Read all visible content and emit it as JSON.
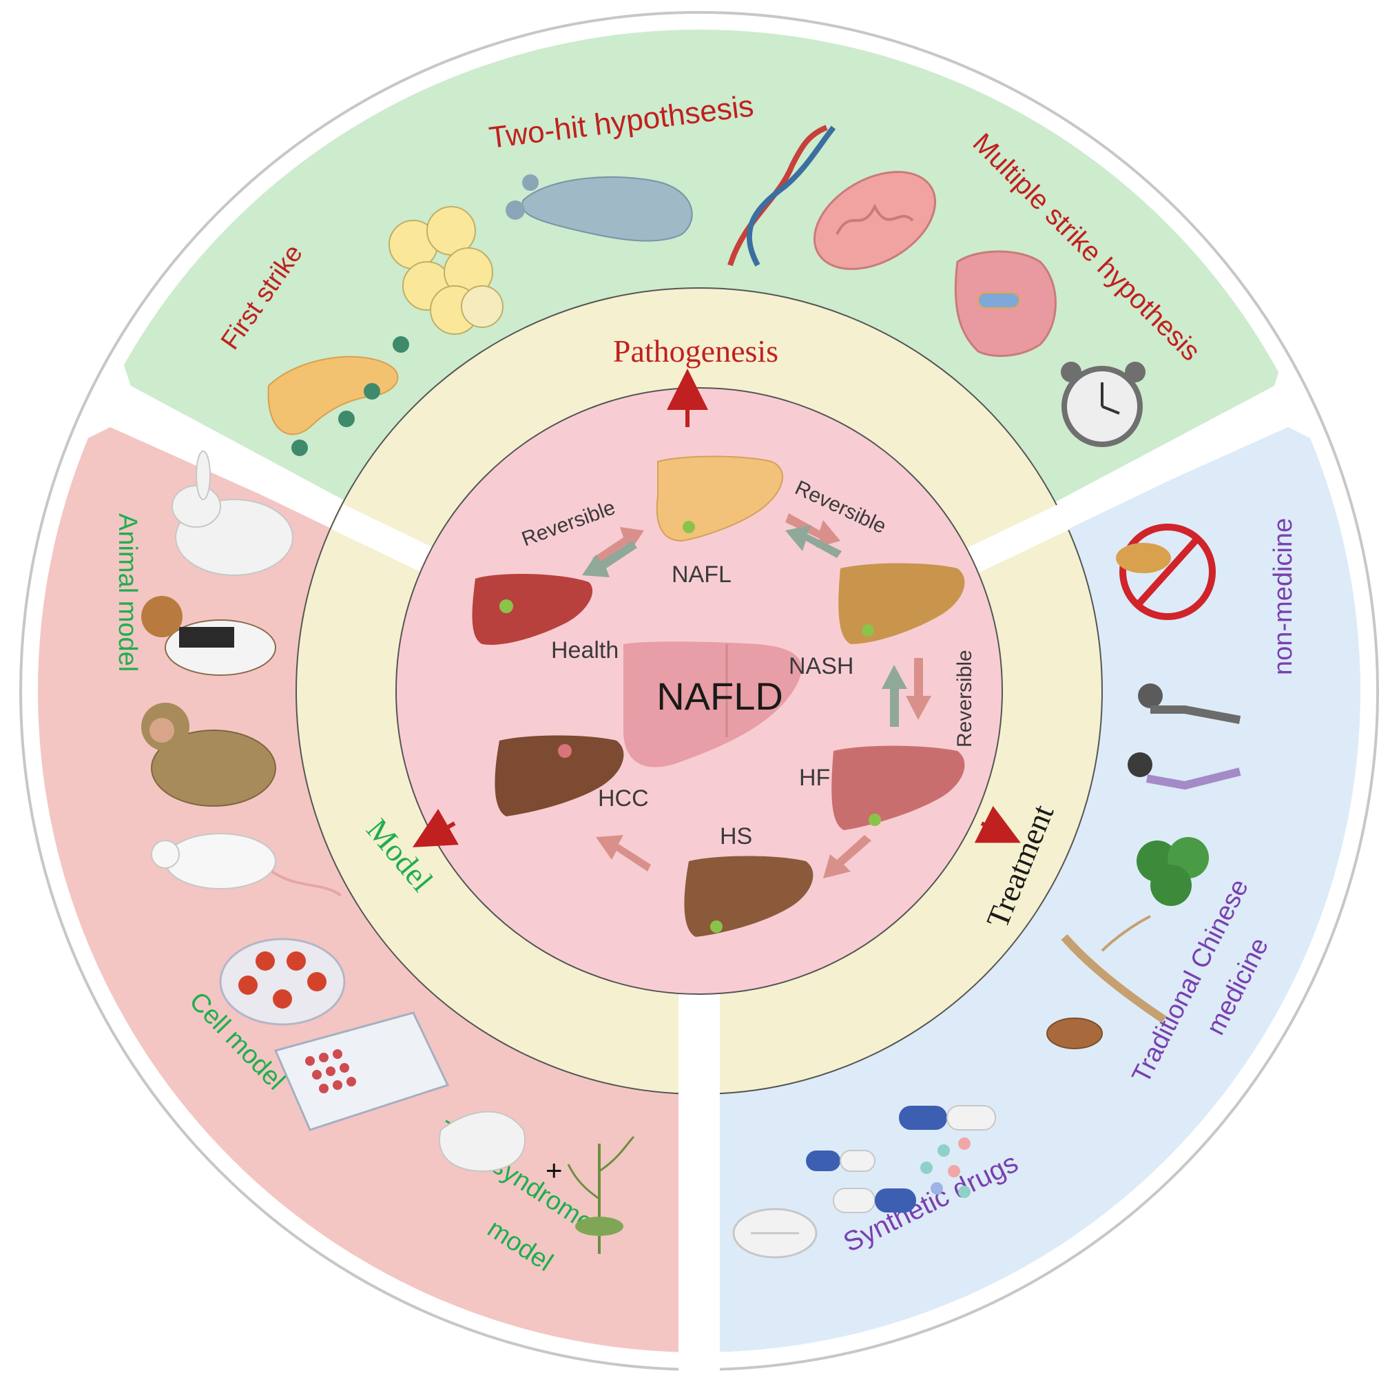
{
  "center": {
    "title": "NAFLD"
  },
  "stages": {
    "nafl": "NAFL",
    "nash": "NASH",
    "health": "Health",
    "hf": "HF",
    "hs": "HS",
    "hcc": "HCC",
    "reversible": "Reversible"
  },
  "ring": {
    "pathogenesis": "Pathogenesis",
    "model": "Model",
    "treatment": "Treatment"
  },
  "pathogenesis": {
    "first_strike": "First strike",
    "two_hit": "Two-hit hypothsesis",
    "multiple_strike": "Multiple strike hypothesis"
  },
  "model": {
    "animal": "Animal model",
    "cell": "Cell model",
    "tcm_line1": "TCM syndrome",
    "tcm_line2": "model",
    "plus": "+"
  },
  "treatment": {
    "non_medicine": "non-medicine",
    "tcm_line1": "Traditional Chinese",
    "tcm_line2": "medicine",
    "synthetic": "Synthetic drugs"
  },
  "colors": {
    "pathogenesis_text": "#c0201f",
    "model_text": "#1fae4f",
    "treatment_text": "#7a3fb0",
    "pathogenesis_bg": "#cdebcd",
    "model_bg": "#f3c6c3",
    "treatment_bg": "#dcebf7",
    "ring_bg": "#f5f0d0",
    "core_bg": "#f7cdd3",
    "arrow_pink": "#d9908b",
    "arrow_green": "#8fa89a"
  }
}
